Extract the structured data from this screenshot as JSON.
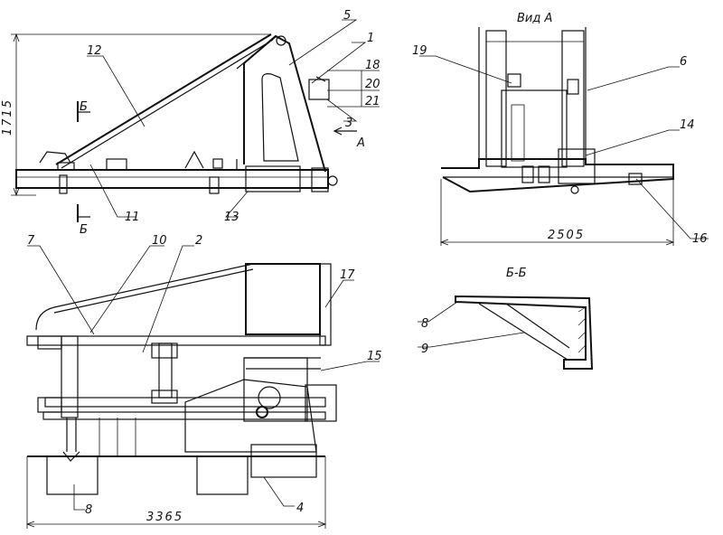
{
  "views": {
    "view_a_title": "Вид А",
    "section_title": "Б-Б"
  },
  "dimensions": {
    "height": "1715",
    "width_view_a": "2505",
    "length_plan": "3365"
  },
  "section_marks": {
    "b_top": "Б",
    "b_bottom": "Б",
    "a_arrow": "А"
  },
  "callouts": {
    "c1": "1",
    "c2": "2",
    "c3": "3",
    "c4": "4",
    "c5": "5",
    "c6": "6",
    "c7": "7",
    "c8_plan": "8",
    "c8_sect": "8",
    "c9": "9",
    "c10": "10",
    "c11": "11",
    "c12": "12",
    "c13": "13",
    "c14": "14",
    "c15": "15",
    "c16": "16",
    "c17": "17",
    "c18": "18",
    "c19": "19",
    "c20": "20",
    "c21": "21"
  }
}
